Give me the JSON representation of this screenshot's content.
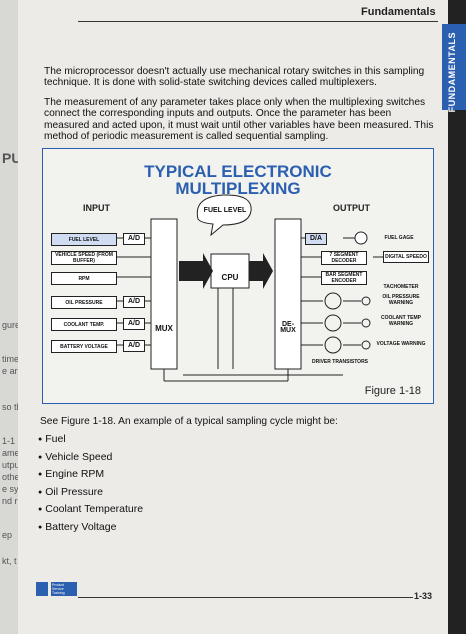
{
  "header": {
    "title": "Fundamentals",
    "tab": "FUNDAMENTALS"
  },
  "paragraphs": [
    "The microprocessor doesn't actually use mechanical rotary switches in this sampling technique. It is done with solid-state switching devices called multiplexers.",
    "The measurement of any parameter takes place only when the multiplexing switches connect the corresponding inputs and outputs. Once the parameter has been measured and acted upon, it must wait until other variables have been measured. This method of periodic measurement is called sequential sampling."
  ],
  "diagram": {
    "title_line1": "TYPICAL ELECTRONIC",
    "title_line2": "MULTIPLEXING",
    "input_label": "INPUT",
    "output_label": "OUTPUT",
    "fuel_bubble": "FUEL LEVEL",
    "cpu": "CPU",
    "mux": "MUX",
    "demux": "DE-MUX",
    "ad": "A/D",
    "da": "D/A",
    "inputs": [
      "FUEL LEVEL",
      "VEHICLE SPEED (FROM BUFFER)",
      "RPM",
      "OIL PRESSURE",
      "COOLANT TEMP.",
      "BATTERY VOLTAGE"
    ],
    "outputs_left": [
      "7 SEGMENT DECODER",
      "BAR SEGMENT ENCODER"
    ],
    "outputs_right": [
      "FUEL GAGE",
      "DIGITAL SPEEDO",
      "TACHOMETER",
      "OIL PRESSURE WARNING",
      "COOLANT TEMP WARNING",
      "VOLTAGE WARNING"
    ],
    "driver": "DRIVER TRANSISTORS",
    "caption": "Figure 1-18"
  },
  "intro": "See Figure 1-18. An example of a typical sampling cycle might be:",
  "list": [
    "Fuel",
    "Vehicle Speed",
    "Engine RPM",
    "Oil Pressure",
    "Coolant Temperature",
    "Battery Voltage"
  ],
  "footer": {
    "page": "1-33",
    "logo_text": "Product Service Training"
  },
  "left_strip": [
    "PU",
    "gure",
    "time",
    "e ara",
    "so th",
    "1-1",
    "ame",
    "utpu",
    "othe",
    "e sy",
    "nd r",
    "ep",
    "kt, t"
  ]
}
